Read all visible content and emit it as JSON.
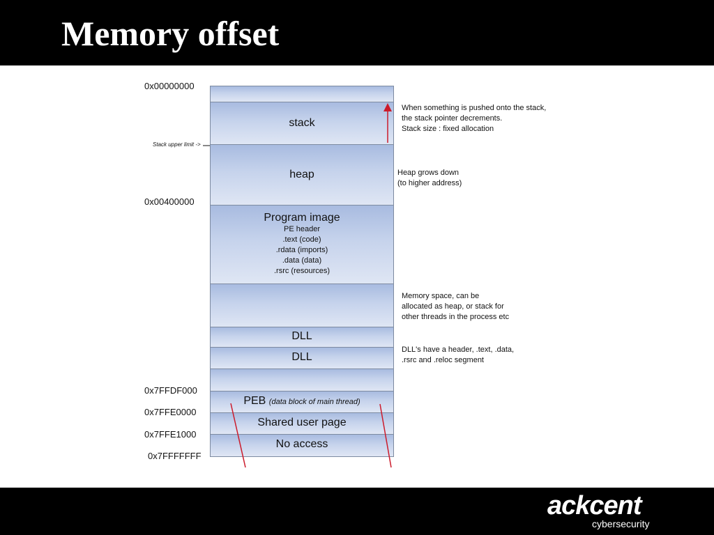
{
  "slide": {
    "title": "Memory offset"
  },
  "diagram": {
    "blocks": {
      "stack": {
        "label": "stack"
      },
      "heap": {
        "label": "heap"
      },
      "program_image": {
        "label": "Program image",
        "lines": [
          "PE header",
          ".text (code)",
          ".rdata (imports)",
          ".data (data)",
          ".rsrc (resources)"
        ]
      },
      "dll_1": {
        "label": "DLL"
      },
      "dll_2": {
        "label": "DLL"
      },
      "peb": {
        "label": "PEB",
        "note": "(data block of main thread)"
      },
      "shared_user_page": {
        "label": "Shared user page"
      },
      "no_access": {
        "label": "No access"
      }
    },
    "addresses": {
      "a0": "0x00000000",
      "a1": "0x00400000",
      "a2": "0x7FFDF000",
      "a3": "0x7FFE0000",
      "a4": "0x7FFE1000",
      "a5": "0x7FFFFFFF"
    },
    "stack_upper_limit": "Stack upper limit ->",
    "annotations": {
      "stack": [
        "When something is pushed onto the stack,",
        "the stack pointer decrements.",
        "Stack size : fixed allocation"
      ],
      "heap": [
        "Heap grows down",
        "(to higher address)"
      ],
      "memory_space": [
        "Memory space, can be",
        "allocated as heap, or stack for",
        "other threads in the process etc"
      ],
      "dll": [
        "DLL's have a header, .text, .data,",
        ".rsrc and .reloc segment"
      ]
    },
    "colors": {
      "arrow": "#cc1b2b",
      "block_top": "#a8bbe0",
      "block_bottom": "#dfe6f4"
    }
  },
  "logo": {
    "brand": "ackcent",
    "tagline": "cybersecurity"
  }
}
